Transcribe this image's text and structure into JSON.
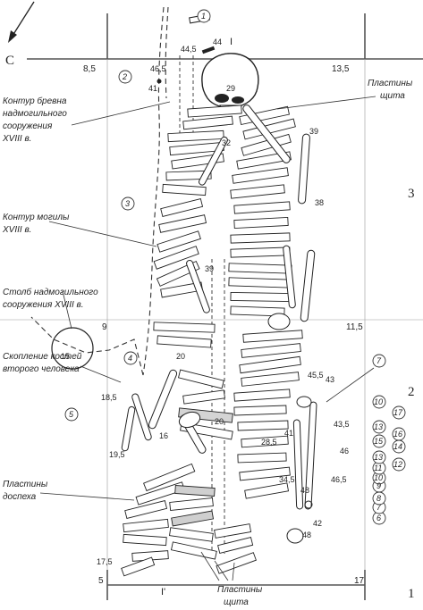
{
  "north_arrow": {
    "label": "С"
  },
  "grid": {
    "labels": {
      "top_left": "8,5",
      "top_right": "13,5",
      "mid_left": "9",
      "mid_right": "11,5",
      "bottom_left": "5",
      "bottom_right": "17"
    },
    "squares": [
      "3",
      "2",
      "1"
    ]
  },
  "section": {
    "top": "I",
    "bottom": "I'"
  },
  "annotations": {
    "log_contour": [
      "Контур бревна",
      "надмогильного",
      "сооружения",
      "XVIII в."
    ],
    "grave_contour": [
      "Контур могилы",
      "XVIII в."
    ],
    "post": [
      "Столб надмогильного",
      "сооружения XVIII в."
    ],
    "bones": [
      "Скопление костей",
      "второго человека"
    ],
    "armor": [
      "Пластины",
      "доспеха"
    ],
    "shield_top": [
      "Пластины",
      "щита"
    ],
    "shield_bottom": [
      "Пластины",
      "щита"
    ]
  },
  "depths": [
    "44,5",
    "44",
    "46,5",
    "41",
    "29",
    "32",
    "39",
    "38",
    "39",
    "15",
    "20",
    "45,5",
    "43",
    "43,5",
    "46",
    "18,5",
    "19,5",
    "16",
    "20",
    "41",
    "28,5",
    "34,5",
    "46,5",
    "48",
    "42",
    "48",
    "17,5"
  ],
  "find_numbers": [
    "1",
    "2",
    "3",
    "4",
    "5",
    "6",
    "7",
    "7",
    "8",
    "9",
    "10",
    "10",
    "11",
    "12",
    "13",
    "13",
    "14",
    "15",
    "16",
    "17"
  ]
}
